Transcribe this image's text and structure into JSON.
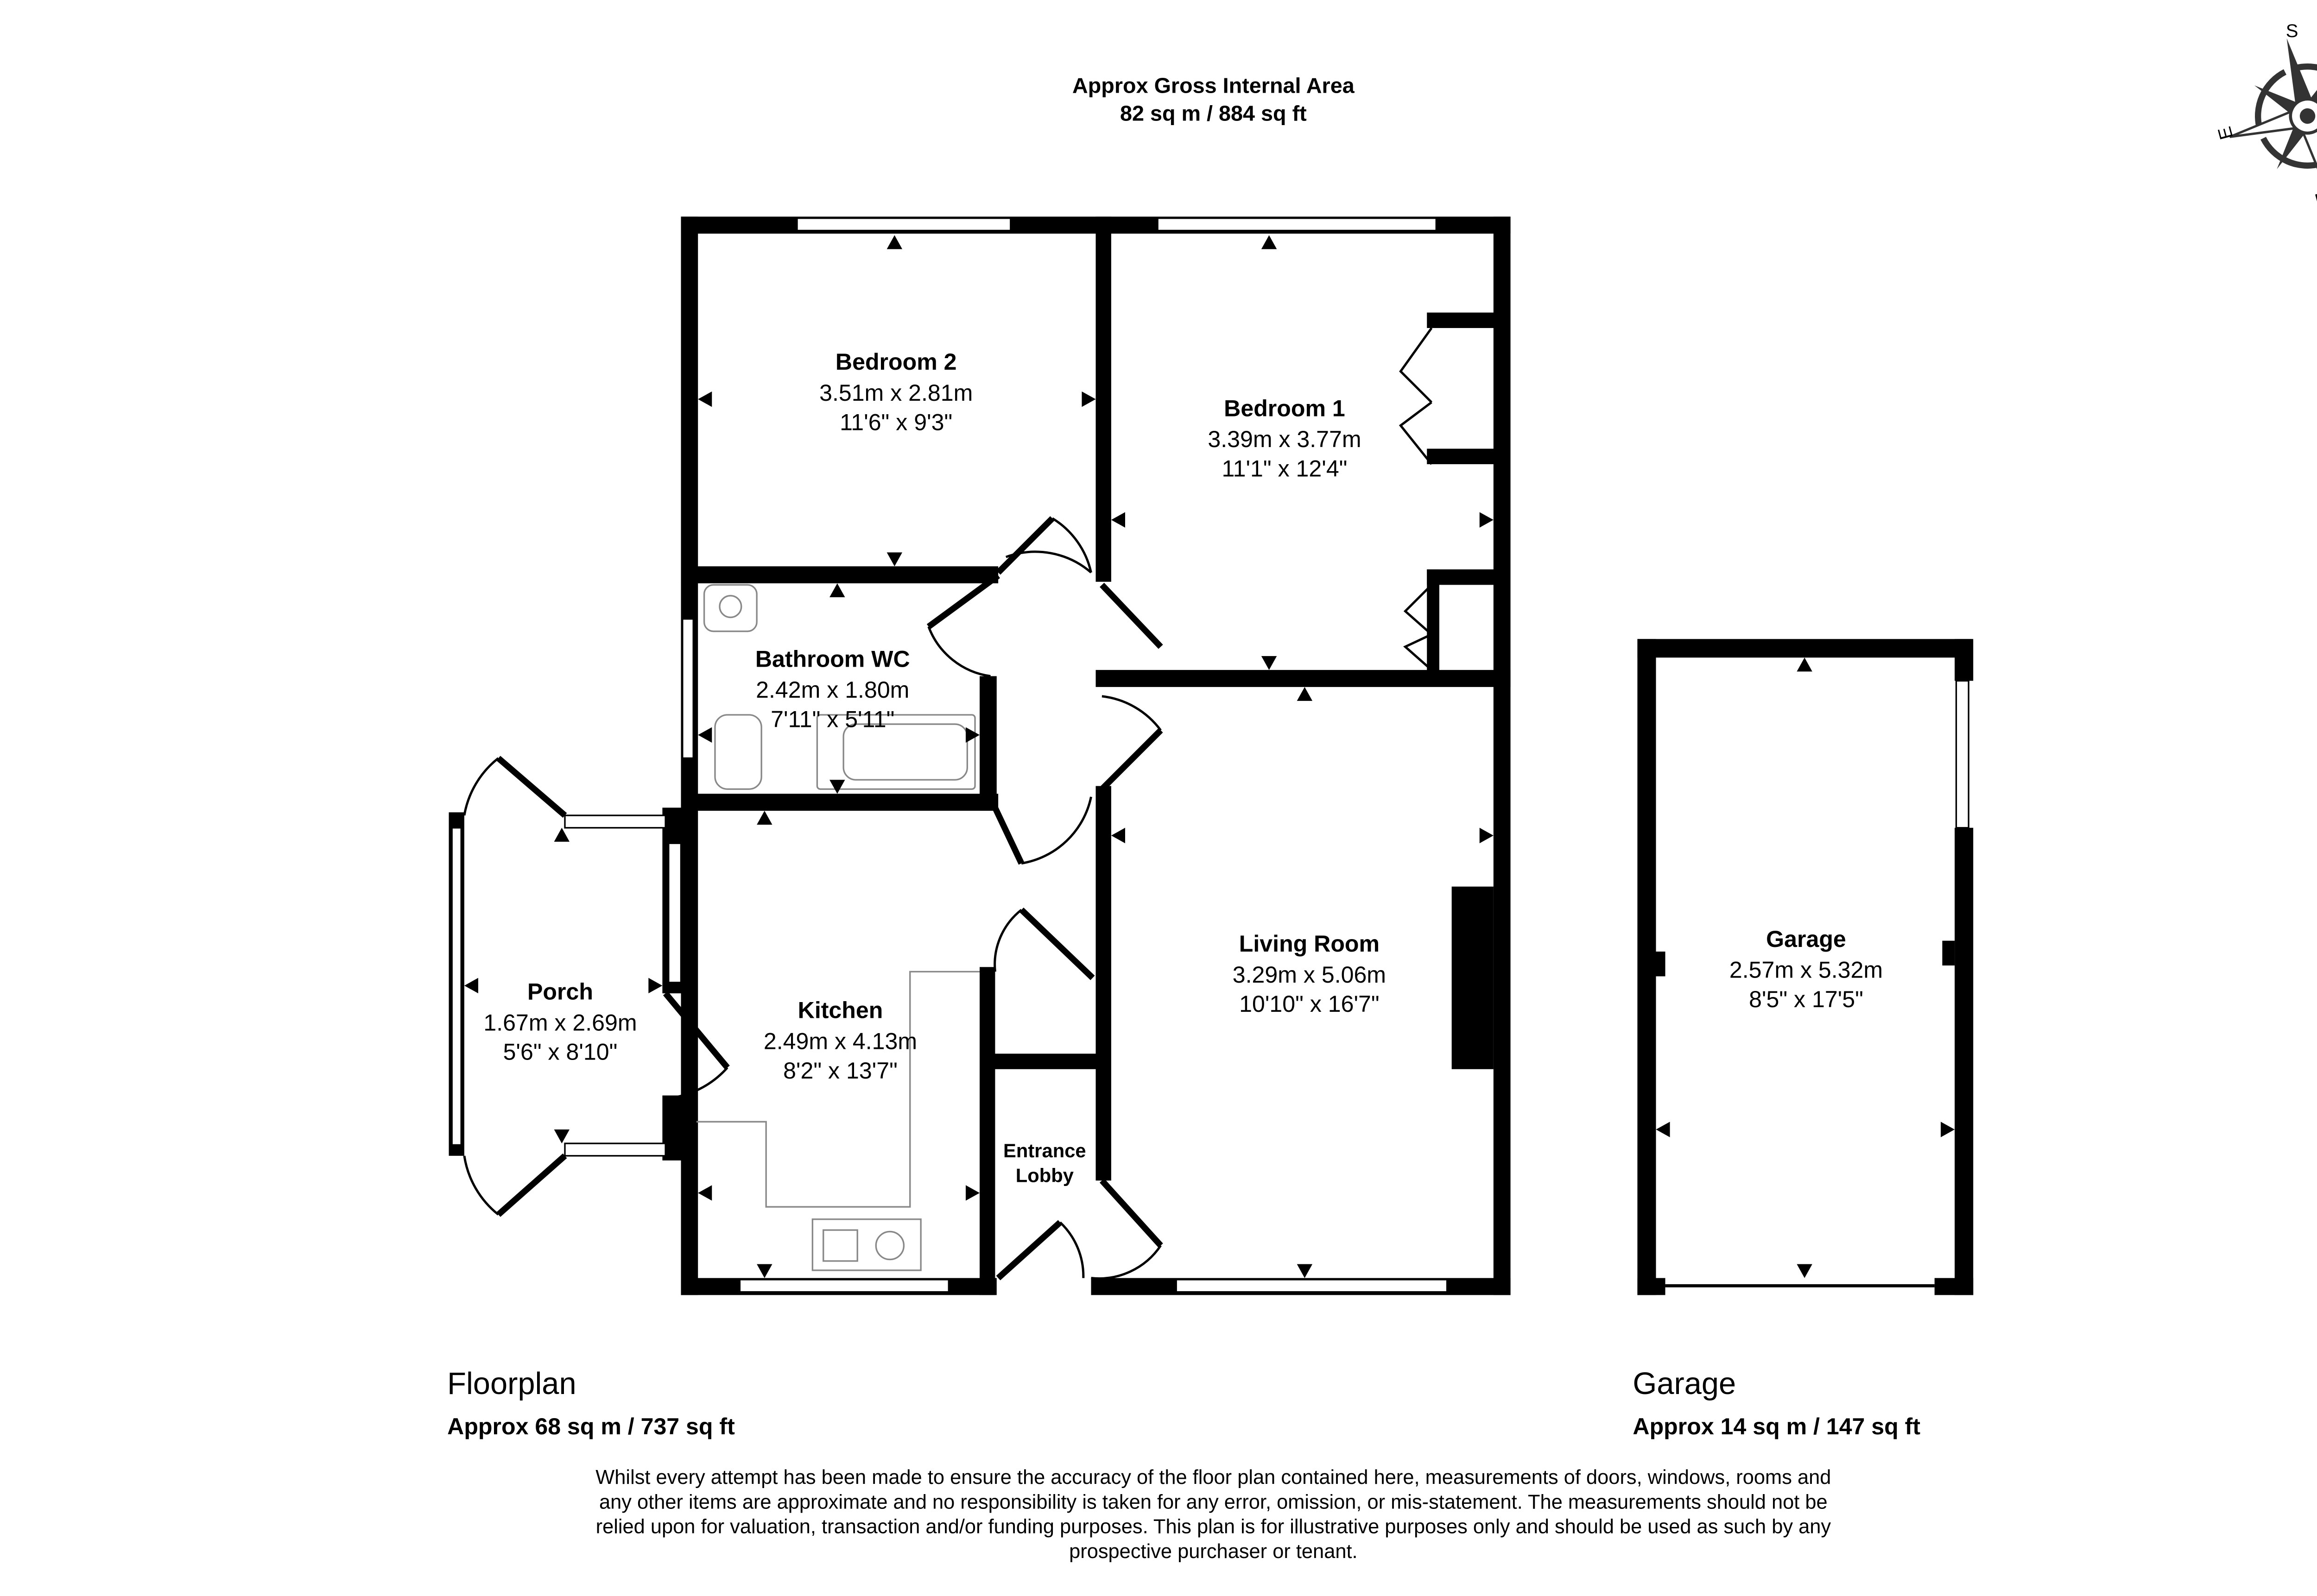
{
  "header": {
    "title": "Approx Gross Internal Area",
    "area": "82 sq m / 884 sq ft"
  },
  "compass": {
    "labels": {
      "n": "N",
      "s": "S",
      "e": "E",
      "w": "W"
    },
    "icon": "compass-rose-icon"
  },
  "rooms": [
    {
      "name": "Bedroom 2",
      "metric": "3.51m x 2.81m",
      "imperial": "11'6\" x 9'3\""
    },
    {
      "name": "Bedroom 1",
      "metric": "3.39m x 3.77m",
      "imperial": "11'1\" x 12'4\""
    },
    {
      "name": "Bathroom WC",
      "metric": "2.42m x 1.80m",
      "imperial": "7'11\" x 5'11\""
    },
    {
      "name": "Porch",
      "metric": "1.67m x 2.69m",
      "imperial": "5'6\" x 8'10\""
    },
    {
      "name": "Kitchen",
      "metric": "2.49m x 4.13m",
      "imperial": "8'2\" x 13'7\""
    },
    {
      "name": "Living Room",
      "metric": "3.29m x 5.06m",
      "imperial": "10'10\" x 16'7\""
    },
    {
      "name": "Garage",
      "metric": "2.57m x 5.32m",
      "imperial": "8'5\" x 17'5\""
    }
  ],
  "entrance_lobby": {
    "line1": "Entrance",
    "line2": "Lobby"
  },
  "floors": [
    {
      "title": "Floorplan",
      "area": "Approx 68 sq m / 737 sq ft"
    },
    {
      "title": "Garage",
      "area": "Approx 14 sq m / 147 sq ft"
    }
  ],
  "disclaimer": [
    "Whilst every attempt has been made to ensure the accuracy of the floor plan contained here, measurements of doors, windows, rooms and",
    "any other items are approximate and no responsibility is taken for any error, omission, or mis-statement. The measurements should not be",
    "relied upon for valuation, transaction and/or funding purposes. This plan is for illustrative purposes only and should be used as such by any",
    "prospective purchaser or tenant."
  ]
}
